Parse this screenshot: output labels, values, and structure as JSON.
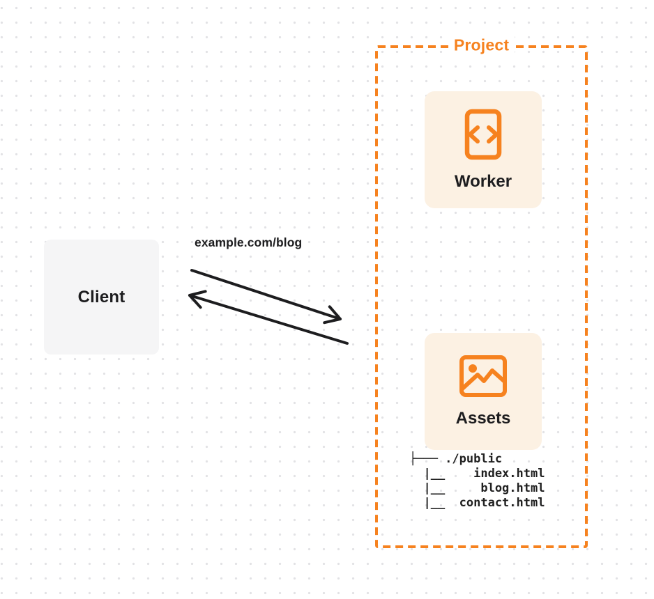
{
  "client": {
    "label": "Client"
  },
  "request": {
    "label": "example.com/blog"
  },
  "project": {
    "label": "Project",
    "worker": {
      "label": "Worker",
      "icon": "code-file-icon"
    },
    "assets": {
      "label": "Assets",
      "icon": "image-icon"
    },
    "file_tree": {
      "lines": [
        "├─── ./public",
        "  |__    index.html",
        "  |__     blog.html",
        "  |__  contact.html"
      ]
    }
  },
  "colors": {
    "accent_orange": "#f6821f",
    "card_bg": "#fcf1e3",
    "client_bg": "#f5f5f6",
    "ink": "#1d1d1f",
    "dot_grid": "#e2e2e5"
  }
}
